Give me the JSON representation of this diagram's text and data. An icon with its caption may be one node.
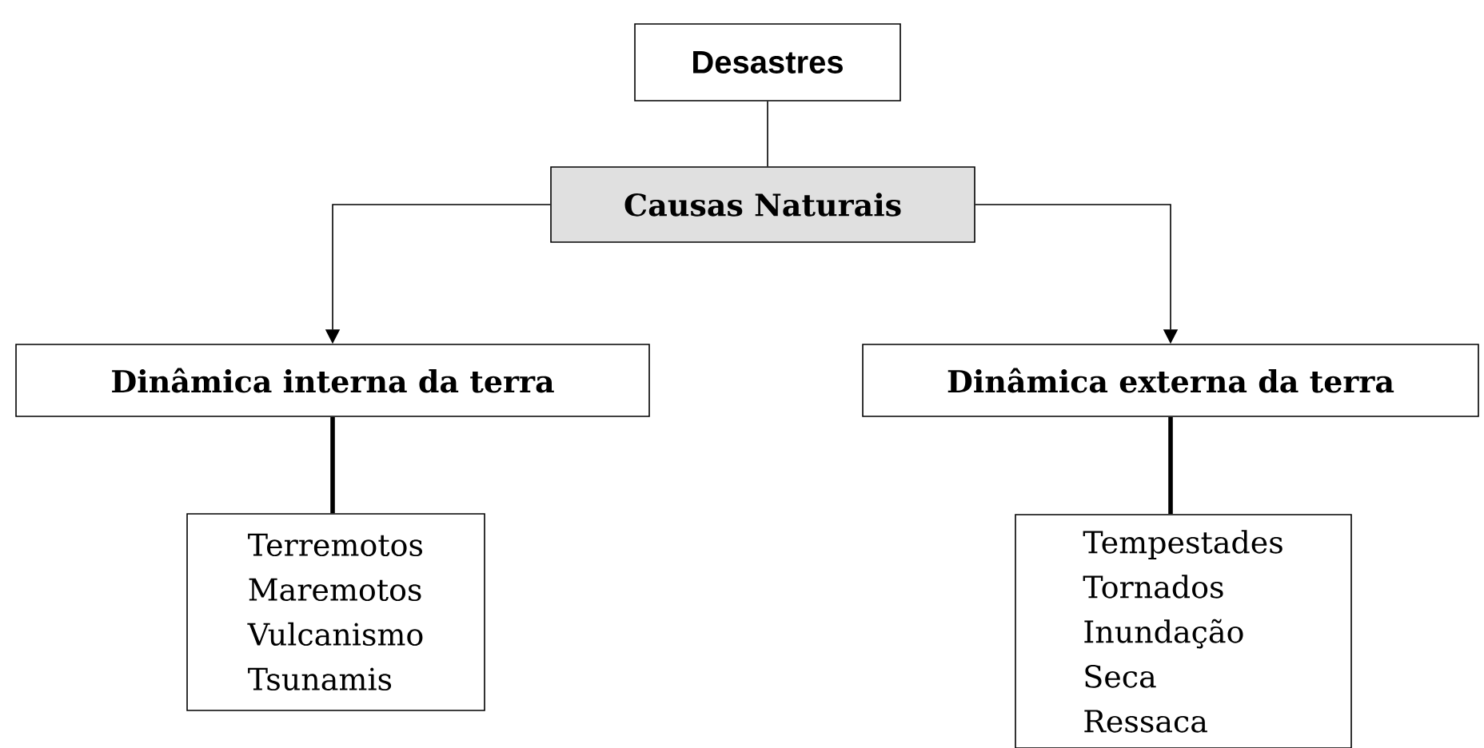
{
  "diagram": {
    "nodes": [
      {
        "text": [
          "Desastres"
        ]
      },
      {
        "text": [
          "Causas Naturais"
        ]
      },
      {
        "text": [
          "Dinâmica interna da terra"
        ]
      },
      {
        "text": [
          "Dinâmica externa da terra"
        ]
      },
      {
        "text": [
          "Terremotos",
          "Maremotos",
          "Vulcanismo",
          "Tsunamis"
        ]
      },
      {
        "text": [
          "Tempestades",
          "Tornados",
          "Inundação",
          "Seca",
          "Ressaca"
        ]
      }
    ],
    "edges": [
      {
        "from": 0,
        "to": 1,
        "arrow": "none"
      },
      {
        "from": 1,
        "to": 2,
        "arrow": "to"
      },
      {
        "from": 1,
        "to": 3,
        "arrow": "to"
      },
      {
        "from": 2,
        "to": 4,
        "arrow": "none",
        "style": "thick"
      },
      {
        "from": 3,
        "to": 5,
        "arrow": "none",
        "style": "thick"
      }
    ]
  }
}
